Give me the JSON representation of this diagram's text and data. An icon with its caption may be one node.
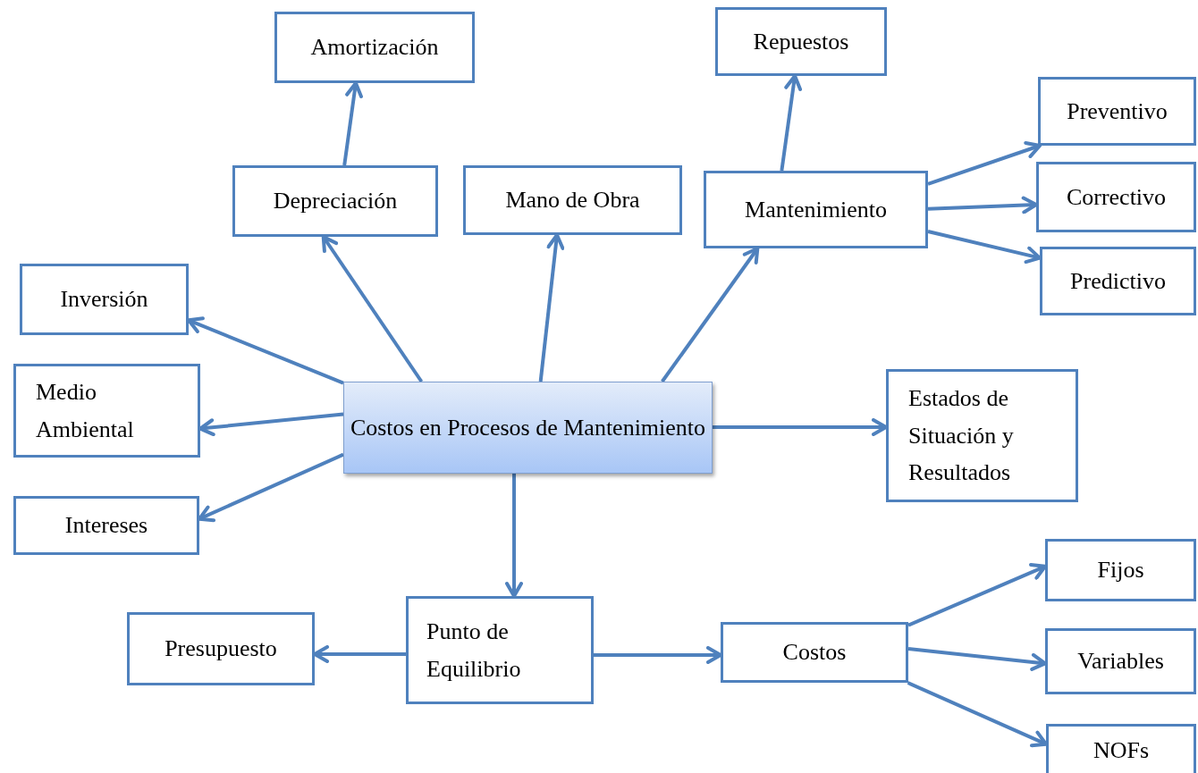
{
  "diagram": {
    "nodes": [
      {
        "text": [
          "Amortización"
        ]
      },
      {
        "text": [
          "Repuestos"
        ]
      },
      {
        "text": [
          "Preventivo"
        ]
      },
      {
        "text": [
          "Depreciación"
        ]
      },
      {
        "text": [
          "Mano de Obra"
        ]
      },
      {
        "text": [
          "Mantenimiento"
        ]
      },
      {
        "text": [
          "Correctivo"
        ]
      },
      {
        "text": [
          "Predictivo"
        ]
      },
      {
        "text": [
          "Inversión"
        ]
      },
      {
        "text": [
          "Medio Ambiental"
        ]
      },
      {
        "text": [
          "Costos en Procesos de Mantenimiento"
        ]
      },
      {
        "text": [
          "Estados de Situación y Resultados"
        ]
      },
      {
        "text": [
          "Intereses"
        ]
      },
      {
        "text": [
          "Presupuesto"
        ]
      },
      {
        "text": [
          "Punto de Equilibrio"
        ]
      },
      {
        "text": [
          "Costos"
        ]
      },
      {
        "text": [
          "Fijos"
        ]
      },
      {
        "text": [
          "Variables"
        ]
      },
      {
        "text": [
          "NOFs"
        ]
      }
    ],
    "edges": [
      {
        "from": 3,
        "to": 0,
        "arrow": "to"
      },
      {
        "from": 5,
        "to": 1,
        "arrow": "to"
      },
      {
        "from": 5,
        "to": 2,
        "arrow": "to"
      },
      {
        "from": 5,
        "to": 6,
        "arrow": "to"
      },
      {
        "from": 5,
        "to": 7,
        "arrow": "to"
      },
      {
        "from": 10,
        "to": 3,
        "arrow": "to"
      },
      {
        "from": 10,
        "to": 4,
        "arrow": "to"
      },
      {
        "from": 10,
        "to": 5,
        "arrow": "to"
      },
      {
        "from": 10,
        "to": 8,
        "arrow": "to"
      },
      {
        "from": 10,
        "to": 9,
        "arrow": "to"
      },
      {
        "from": 10,
        "to": 12,
        "arrow": "to"
      },
      {
        "from": 10,
        "to": 11,
        "arrow": "to"
      },
      {
        "from": 10,
        "to": 14,
        "arrow": "to"
      },
      {
        "from": 14,
        "to": 13,
        "arrow": "to"
      },
      {
        "from": 14,
        "to": 15,
        "arrow": "to"
      },
      {
        "from": 15,
        "to": 16,
        "arrow": "to"
      },
      {
        "from": 15,
        "to": 17,
        "arrow": "to"
      },
      {
        "from": 15,
        "to": 18,
        "arrow": "to"
      }
    ]
  }
}
